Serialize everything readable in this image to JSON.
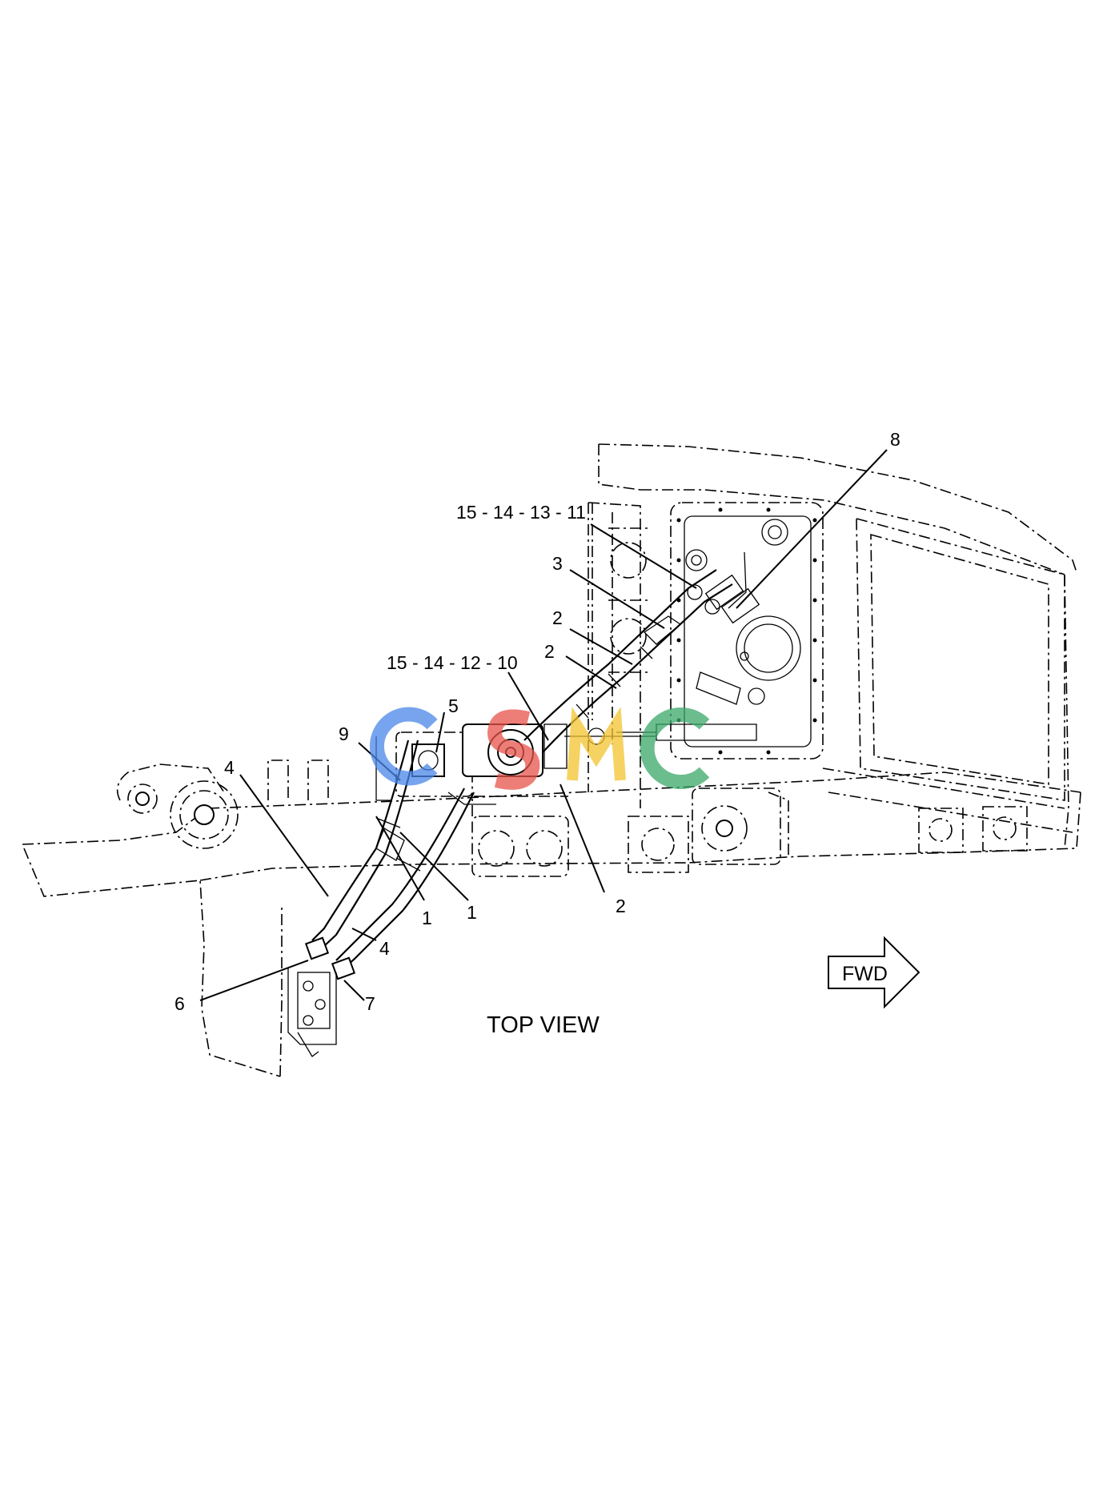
{
  "diagram": {
    "view_label": "TOP VIEW",
    "direction_label": "FWD",
    "callouts": [
      {
        "id": "c8",
        "text": "8"
      },
      {
        "id": "c15-14-13-11",
        "text": "15 - 14 - 13 - 11"
      },
      {
        "id": "c3",
        "text": "3"
      },
      {
        "id": "c2a",
        "text": "2"
      },
      {
        "id": "c2b",
        "text": "2"
      },
      {
        "id": "c15-14-12-10",
        "text": "15 - 14 - 12 - 10"
      },
      {
        "id": "c5",
        "text": "5"
      },
      {
        "id": "c9",
        "text": "9"
      },
      {
        "id": "c4a",
        "text": "4"
      },
      {
        "id": "c1a",
        "text": "1"
      },
      {
        "id": "c1b",
        "text": "1"
      },
      {
        "id": "c2c",
        "text": "2"
      },
      {
        "id": "c4b",
        "text": "4"
      },
      {
        "id": "c6",
        "text": "6"
      },
      {
        "id": "c7",
        "text": "7"
      }
    ],
    "watermark": {
      "text": "CSMC",
      "colors": [
        "#4a86e8",
        "#e8534a",
        "#f4c430",
        "#3aa868"
      ]
    }
  }
}
